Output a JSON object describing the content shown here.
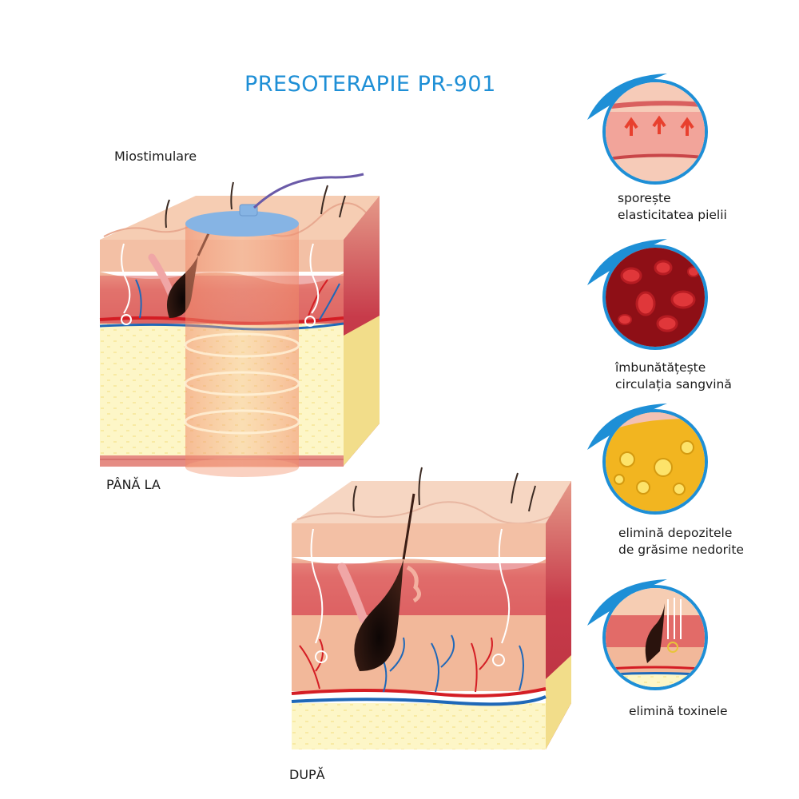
{
  "title": "PRESOTERAPIE PR-901",
  "labels": {
    "top_caption": "Miostimulare",
    "before": "PÂNĂ LA",
    "after": "DUPĂ"
  },
  "benefits": [
    {
      "icon": "skin-elasticity-icon",
      "lines": [
        "sporește",
        "elasticitatea pielii"
      ]
    },
    {
      "icon": "blood-cells-icon",
      "lines": [
        "îmbunătățește",
        "circulația sangvină"
      ]
    },
    {
      "icon": "fat-cells-icon",
      "lines": [
        "elimină depozitele",
        "de grăsime nedorite"
      ]
    },
    {
      "icon": "toxins-icon",
      "lines": [
        "elimină toxinele"
      ]
    }
  ],
  "colors": {
    "accent": "#1e8fd6",
    "skin_top": "#f6c9ae",
    "dermis": "#d8545a",
    "fat": "#fbf0a4",
    "vein_red": "#d41d24",
    "vein_blue": "#1f68b8",
    "electrode": "#86b4e4"
  }
}
